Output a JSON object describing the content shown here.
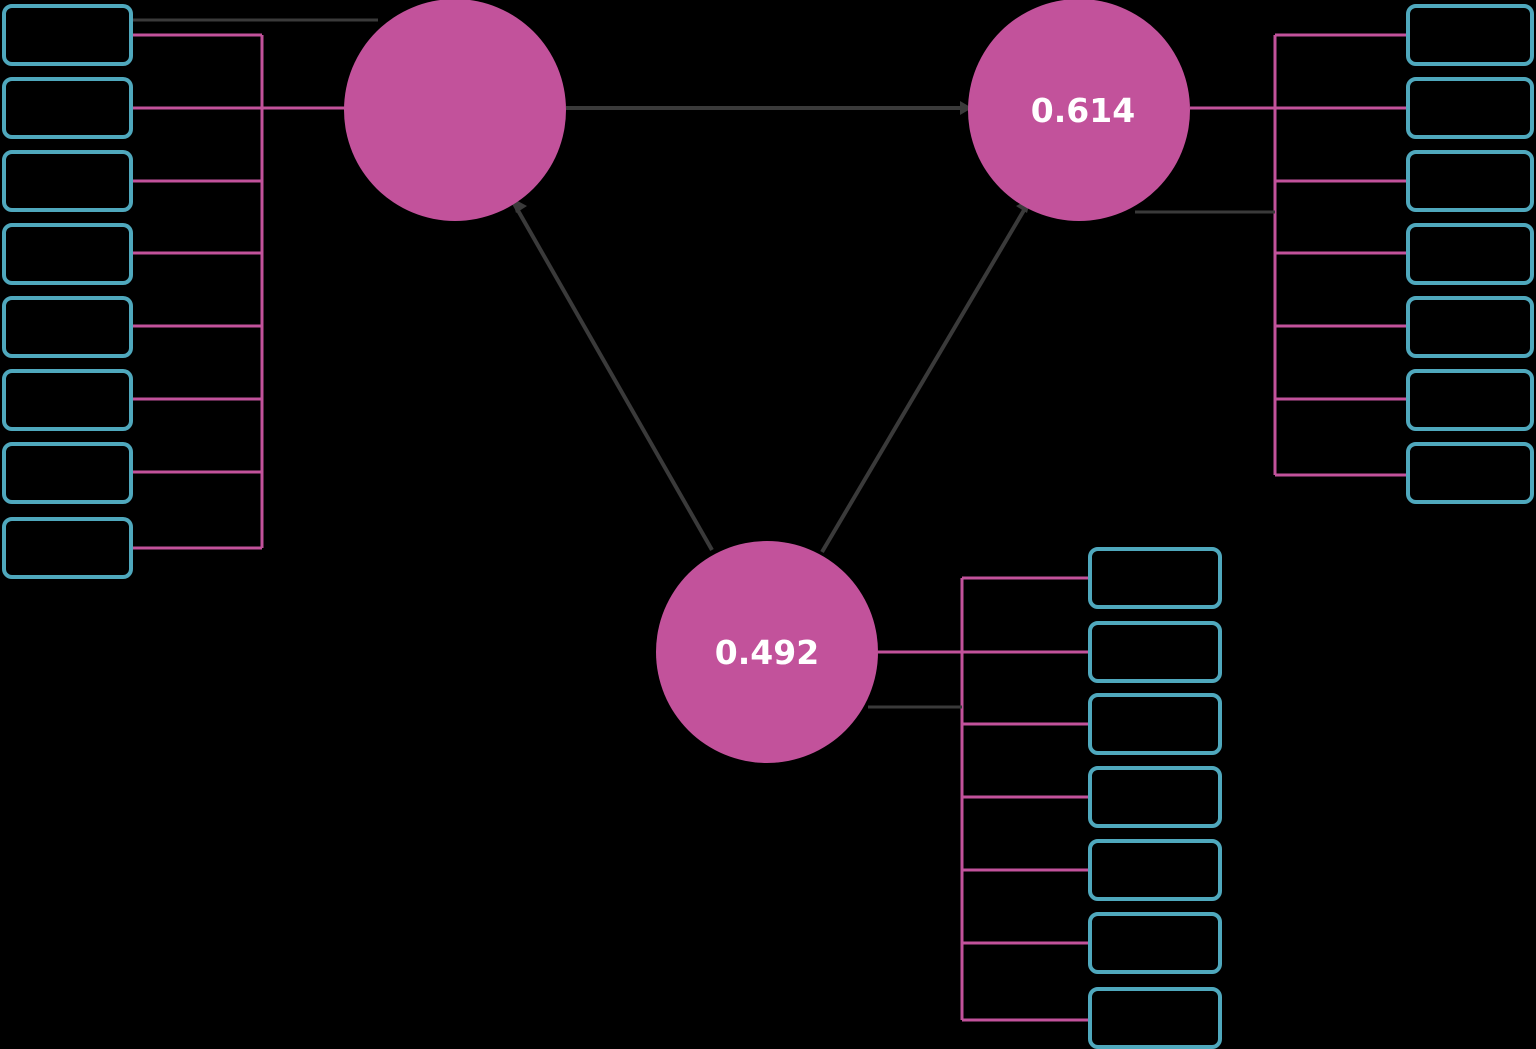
{
  "colors": {
    "background": "#000000",
    "construct_fill": "#c2529b",
    "loading_line": "#c2529b",
    "path_line": "#3a3a3a",
    "indicator_border": "#4fa8bd",
    "indicator_fill": "#000000",
    "value_text": "#ffffff"
  },
  "constructs": [
    {
      "id": "left",
      "value": ""
    },
    {
      "id": "right",
      "value": "0.614"
    },
    {
      "id": "bottom",
      "value": "0.492"
    }
  ]
}
